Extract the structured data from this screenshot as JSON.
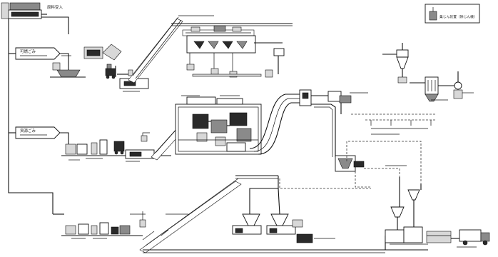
{
  "legend": {
    "label": "集じん装置（除じん機）"
  },
  "inputs": {
    "top": "原料受入",
    "input_1": "可燃ごみ",
    "input_2": "資源ごみ"
  },
  "colors": {
    "line": "#111111",
    "fill_dark": "#2a2a2a",
    "fill_grey": "#8a8a8a",
    "background": "#ffffff"
  },
  "icons": [
    "truck-icon",
    "forklift-icon",
    "cyclone-icon",
    "hopper-icon",
    "magnet-icon",
    "bag-filter-icon"
  ]
}
